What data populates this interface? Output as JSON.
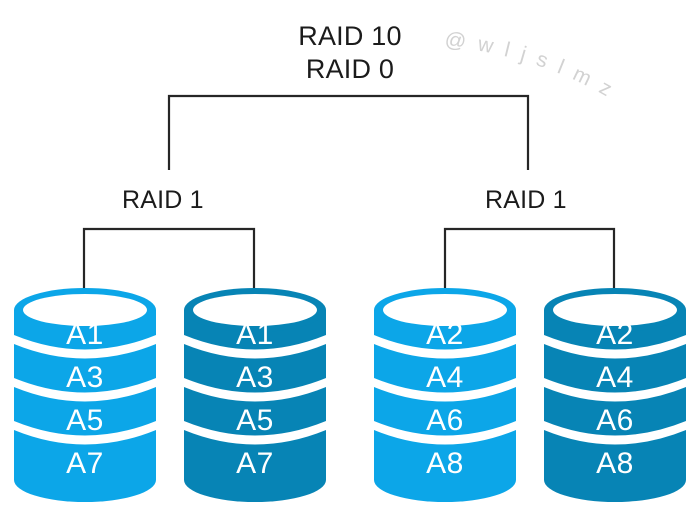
{
  "diagram": {
    "title_lines": [
      "RAID 10",
      "RAID 0"
    ],
    "watermark": "@ w l j s l m z",
    "colors": {
      "light_blue": "#0CA6E8",
      "dark_blue": "#0784B5",
      "line": "#262626",
      "text": "#1b1b1b",
      "band_text": "#ffffff",
      "watermark": "#d2d2d2",
      "background": "#ffffff"
    },
    "groups": [
      {
        "label": "RAID 1",
        "name": "raid1-left"
      },
      {
        "label": "RAID 1",
        "name": "raid1-right"
      }
    ],
    "disks": [
      {
        "name": "disk-a-odd-light",
        "color": "#0CA6E8",
        "bands": [
          "A1",
          "A3",
          "A5",
          "A7"
        ]
      },
      {
        "name": "disk-a-odd-dark",
        "color": "#0784B5",
        "bands": [
          "A1",
          "A3",
          "A5",
          "A7"
        ]
      },
      {
        "name": "disk-b-even-light",
        "color": "#0CA6E8",
        "bands": [
          "A2",
          "A4",
          "A6",
          "A8"
        ]
      },
      {
        "name": "disk-b-even-dark",
        "color": "#0784B5",
        "bands": [
          "A2",
          "A4",
          "A6",
          "A8"
        ]
      }
    ]
  }
}
